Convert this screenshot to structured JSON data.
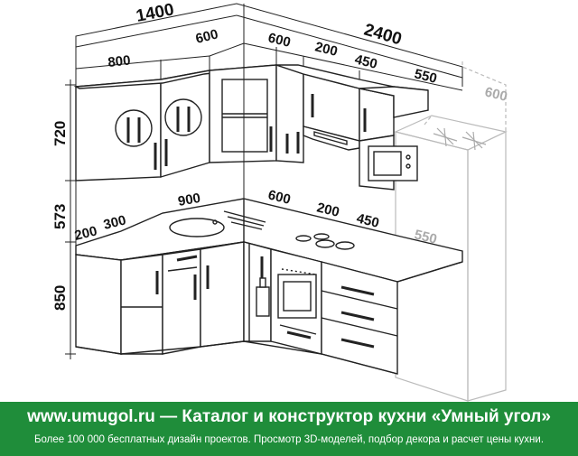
{
  "dimensions": {
    "top_left_total": "1400",
    "top_right_total": "2400",
    "upper_left_1": "800",
    "upper_left_2": "600",
    "upper_right_1": "600",
    "upper_right_2": "200",
    "upper_right_3": "450",
    "upper_right_4": "550",
    "fridge": "600",
    "height_upper": "720",
    "height_gap": "573",
    "height_lower": "850",
    "counter_left_1": "200",
    "counter_left_2": "300",
    "counter_left_3": "900",
    "counter_right_1": "600",
    "counter_right_2": "200",
    "counter_right_3": "450",
    "counter_right_4": "550"
  },
  "footer": {
    "title": "www.umugol.ru — Каталог и конструктор кухни «Умный угол»",
    "subtitle": "Более 100 000 бесплатных дизайн проектов. Просмотр 3D-моделей, подбор декора и расчет цены кухни."
  },
  "colors": {
    "footer_bg": "#1f8d3a",
    "line": "#222222",
    "fridge_line": "#bbbbbb"
  }
}
